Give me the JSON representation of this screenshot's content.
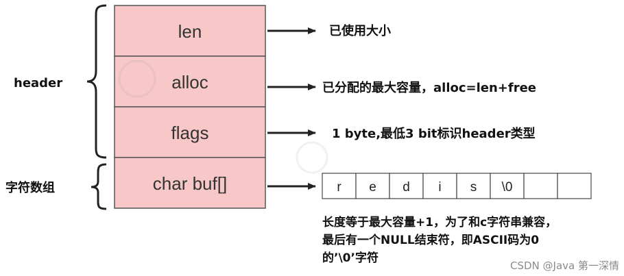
{
  "struct_fields": [
    {
      "name": "len",
      "desc": "已使用大小"
    },
    {
      "name": "alloc",
      "desc": "已分配的最大容量，alloc=len+free"
    },
    {
      "name": "flags",
      "desc": "1 byte,最低3 bit标识header类型"
    },
    {
      "name": "char buf[]",
      "desc": ""
    }
  ],
  "group_labels": {
    "header": "header",
    "array": "字符数组"
  },
  "buf_cells": [
    "r",
    "e",
    "d",
    "i",
    "s",
    "\\0",
    "",
    ""
  ],
  "buf_note": [
    "长度等于最大容量+1，为了和c字符串兼容，",
    "最后有一个NULL结束符，即ASCII码为0",
    "的’\\0’字符"
  ],
  "watermark": "CSDN @Java 第一深情",
  "colors": {
    "cell_fill": "#f8c8c8",
    "cell_stroke": "#555555",
    "arrow": "#222222"
  }
}
